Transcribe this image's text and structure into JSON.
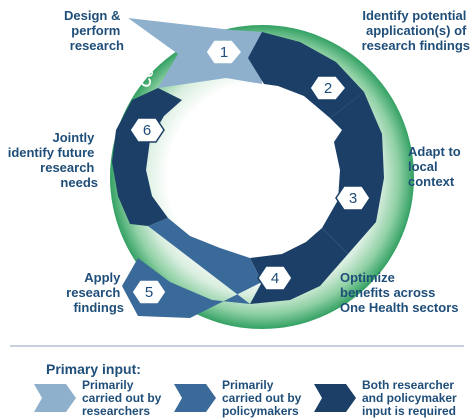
{
  "ring_text": "Communicate across sectors & pillars",
  "colors": {
    "researchers": "#8eb0cc",
    "policymakers": "#3a6a99",
    "both": "#1b3f66",
    "ring_outer": "#3aa56a",
    "ring_inner": "#eef6ef",
    "text": "#1f4e79",
    "divider": "#8fa2b8"
  },
  "steps": [
    {
      "number": "1",
      "lines": [
        "Design &",
        "perform",
        "research"
      ],
      "input": "researchers"
    },
    {
      "number": "2",
      "lines": [
        "Identify potential",
        "application(s) of",
        "research findings"
      ],
      "input": "both"
    },
    {
      "number": "3",
      "lines": [
        "Adapt to",
        "local",
        "context"
      ],
      "input": "both"
    },
    {
      "number": "4",
      "lines": [
        "Optimize",
        "benefits across",
        "One Health sectors"
      ],
      "input": "both"
    },
    {
      "number": "5",
      "lines": [
        "Apply",
        "research",
        "findings"
      ],
      "input": "policymakers"
    },
    {
      "number": "6",
      "lines": [
        "Jointly",
        "identify future",
        "research",
        "needs"
      ],
      "input": "both"
    }
  ],
  "legend": {
    "title": "Primary input:",
    "items": [
      {
        "key": "researchers",
        "lines": [
          "Primarily",
          "carried out by",
          "researchers"
        ]
      },
      {
        "key": "policymakers",
        "lines": [
          "Primarily",
          "carried out by",
          "policymakers"
        ]
      },
      {
        "key": "both",
        "lines": [
          "Both researcher",
          "and policymaker",
          "input is required"
        ]
      }
    ]
  }
}
